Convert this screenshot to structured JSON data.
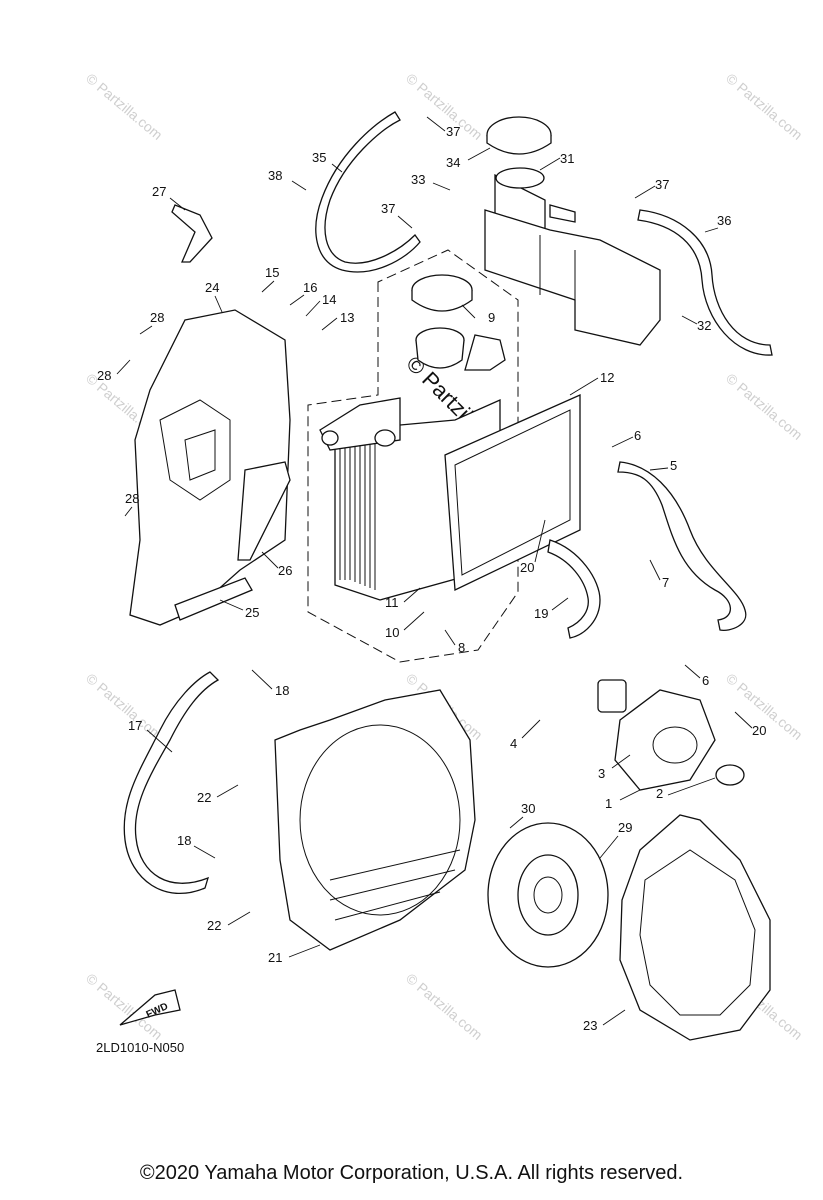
{
  "diagram": {
    "code": "2LD1010-N050",
    "watermark": "© Partzilla.com",
    "fwd_label": "FWD",
    "callouts": [
      "1",
      "2",
      "3",
      "4",
      "5",
      "6",
      "6",
      "7",
      "8",
      "9",
      "10",
      "11",
      "12",
      "13",
      "14",
      "15",
      "16",
      "17",
      "18",
      "18",
      "19",
      "20",
      "20",
      "21",
      "22",
      "22",
      "23",
      "24",
      "25",
      "26",
      "27",
      "28",
      "28",
      "28",
      "29",
      "30",
      "31",
      "32",
      "33",
      "34",
      "35",
      "36",
      "37",
      "37",
      "37",
      "38"
    ]
  },
  "footer": {
    "copyright": "©2020 Yamaha Motor Corporation, U.S.A. All rights reserved."
  }
}
